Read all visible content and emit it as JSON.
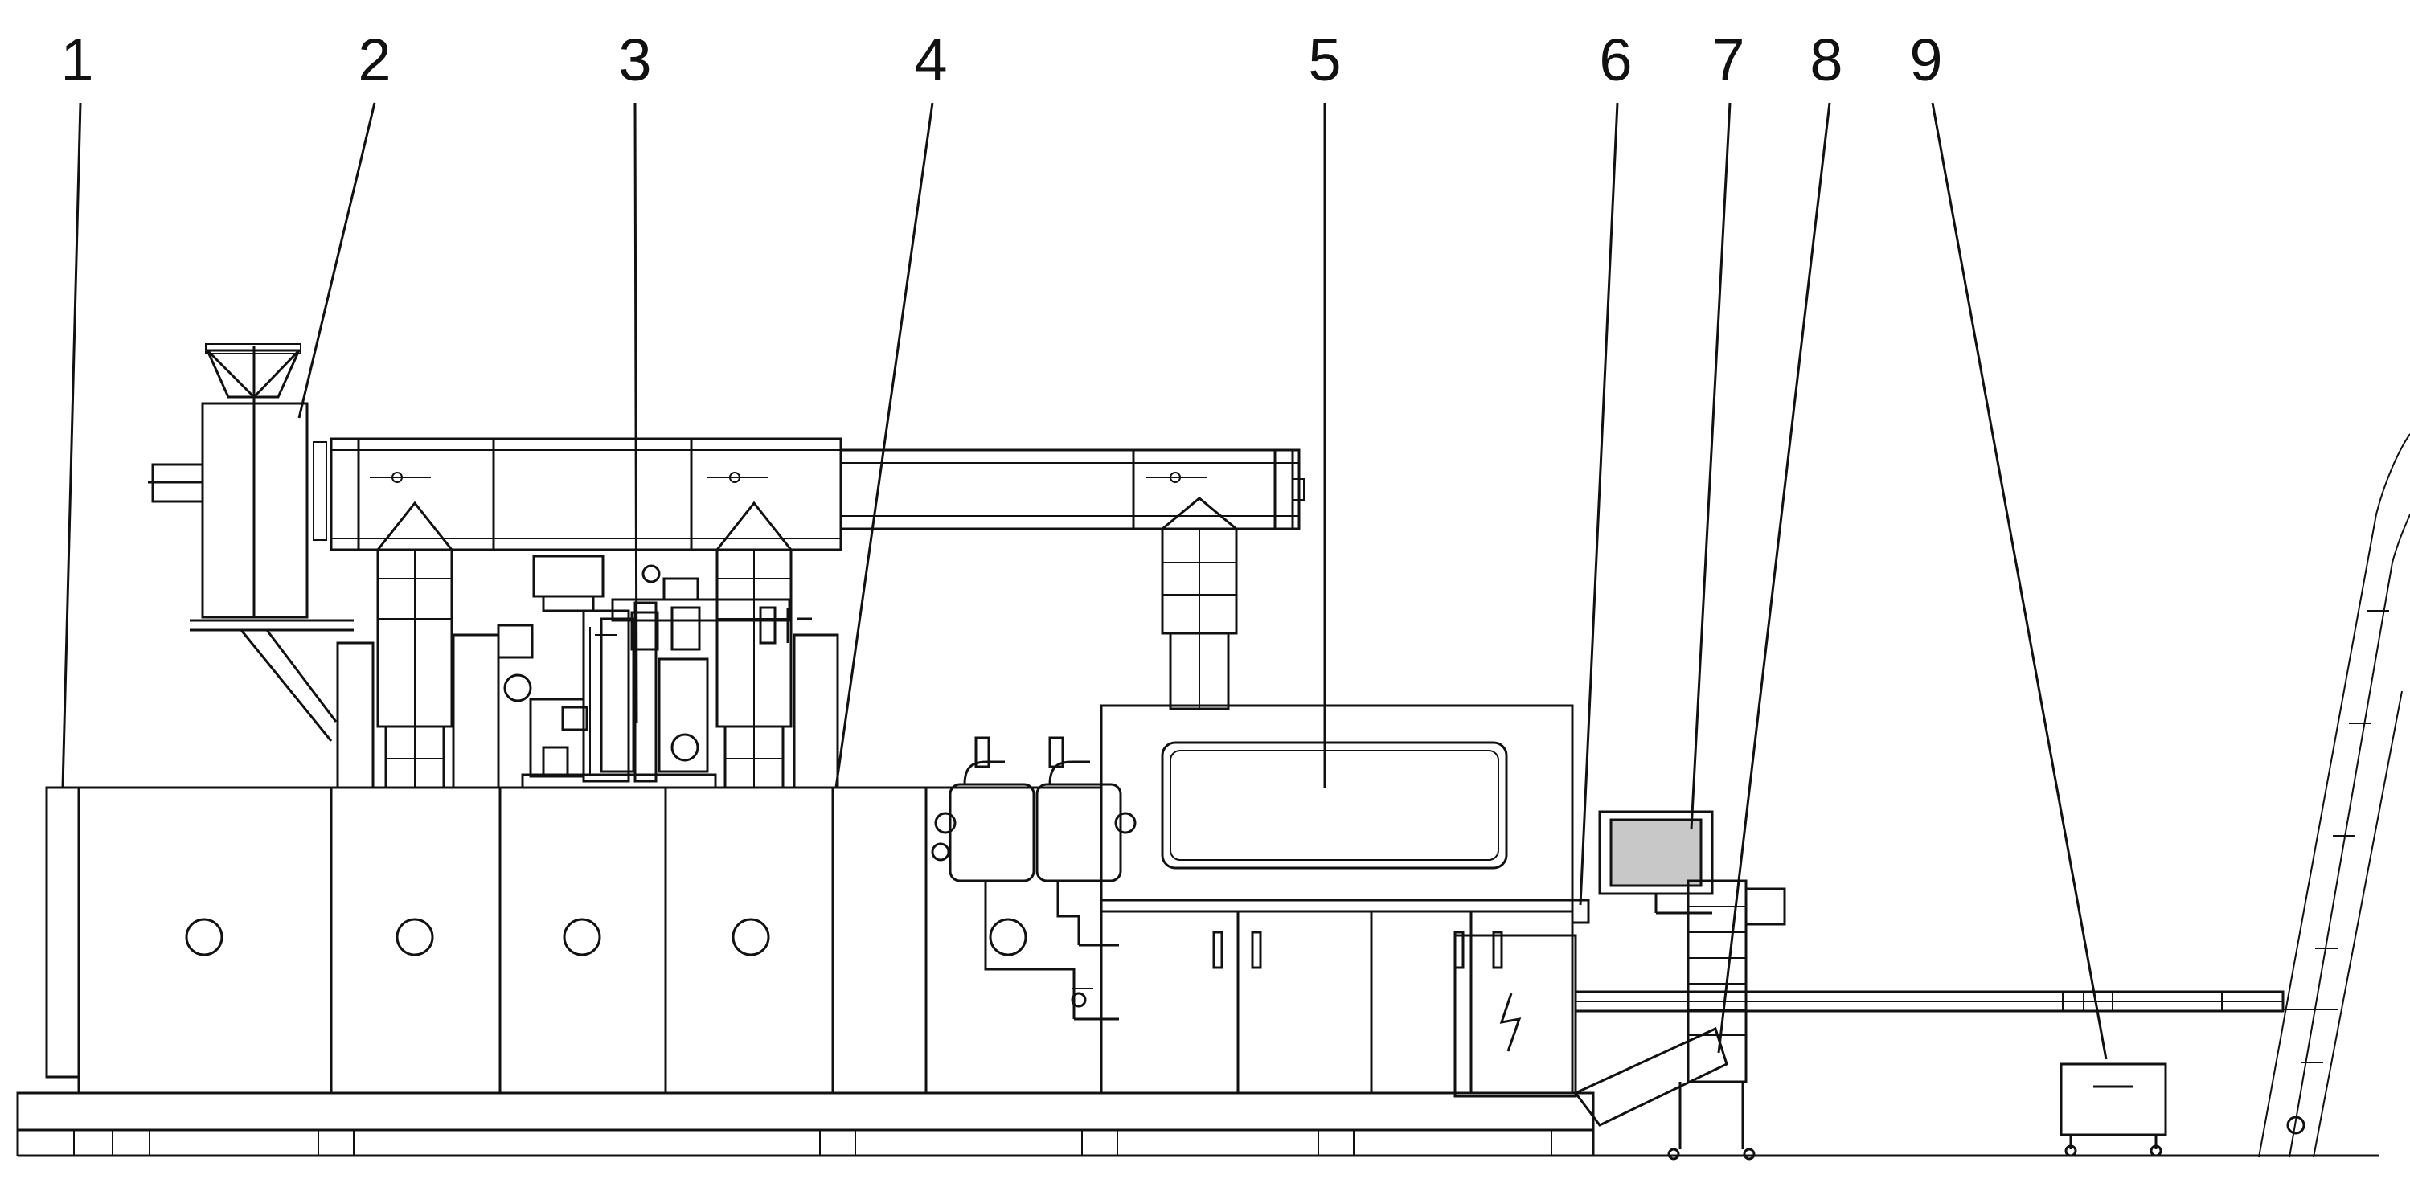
{
  "callouts": [
    {
      "id": "1",
      "text": "1"
    },
    {
      "id": "2",
      "text": "2"
    },
    {
      "id": "3",
      "text": "3"
    },
    {
      "id": "4",
      "text": "4"
    },
    {
      "id": "5",
      "text": "5"
    },
    {
      "id": "6",
      "text": "6"
    },
    {
      "id": "7",
      "text": "7"
    },
    {
      "id": "8",
      "text": "8"
    },
    {
      "id": "9",
      "text": "9"
    }
  ],
  "colors": {
    "line": "#111111",
    "background": "#ffffff",
    "display_panel": "#c8c8c8"
  },
  "icons": {
    "electrical_hazard": "lightning-bolt-icon"
  }
}
